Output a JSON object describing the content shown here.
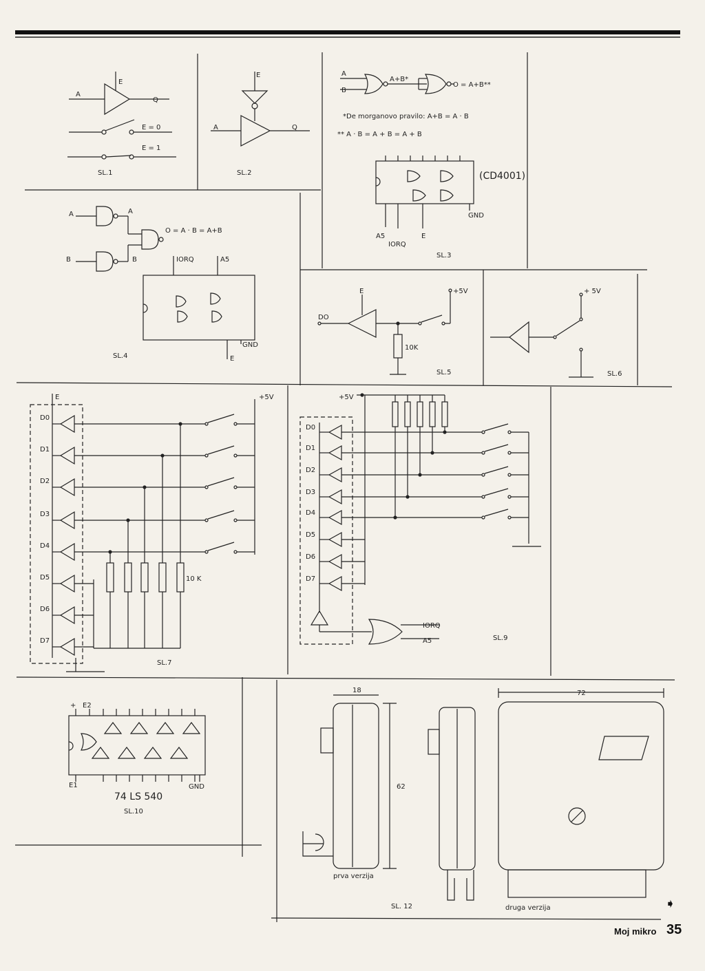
{
  "figures": {
    "sl1": {
      "caption": "SL.1",
      "labels": [
        "A",
        "E",
        "Q",
        "E = 0",
        "E = 1"
      ]
    },
    "sl2": {
      "caption": "SL.2",
      "labels": [
        "E",
        "A",
        "Q"
      ]
    },
    "sl3": {
      "caption": "SL.3",
      "labels": [
        "A",
        "B",
        "A+B*",
        "O = A+B**",
        "A5",
        "IORQ",
        "E",
        "GND",
        "(CD4001)"
      ],
      "note1": "*De morganovo pravilo: A+B = A · B",
      "note2": "** A · B = A + B = A + B"
    },
    "sl4": {
      "caption": "SL.4",
      "labels": [
        "A",
        "B",
        "A",
        "B",
        "O = A · B = A+B",
        "IORQ",
        "A5",
        "GND",
        "E"
      ]
    },
    "sl5": {
      "caption": "SL.5",
      "labels": [
        "E",
        "DO",
        "+5V",
        "10K"
      ]
    },
    "sl6": {
      "caption": "SL.6",
      "labels": [
        "+ 5V"
      ]
    },
    "sl7": {
      "caption": "SL.7",
      "labels": [
        "E",
        "+5V",
        "10 K"
      ],
      "pins": [
        "D0",
        "D1",
        "D2",
        "D3",
        "D4",
        "D5",
        "D6",
        "D7"
      ]
    },
    "sl9": {
      "caption": "SL.9",
      "labels": [
        "+5V",
        "IORQ",
        "A5"
      ],
      "pins": [
        "D0",
        "D1",
        "D2",
        "D3",
        "D4",
        "D5",
        "D6",
        "D7"
      ]
    },
    "sl10": {
      "caption": "SL.10",
      "labels": [
        "+",
        "E2",
        "E1",
        "GND"
      ],
      "chip": "74 LS 540"
    },
    "sl12": {
      "caption": "SL. 12",
      "labels": [
        "18",
        "62",
        "72"
      ],
      "v1": "prva verzija",
      "v2": "druga verzija"
    }
  },
  "footer": {
    "brand": "Moj mikro",
    "page": "35",
    "arrow": "➧"
  }
}
